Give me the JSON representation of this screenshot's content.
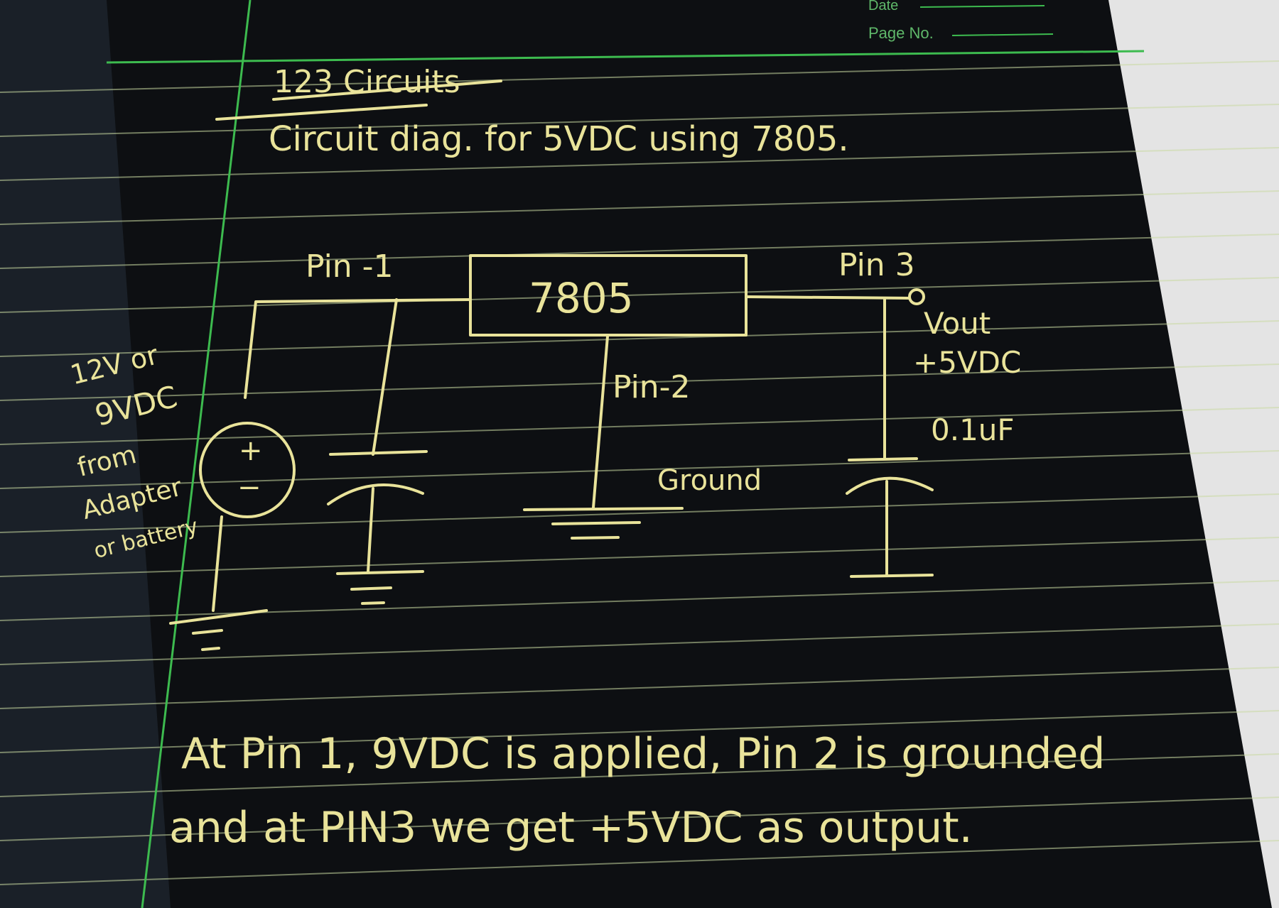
{
  "page_header": {
    "date_label": "Date",
    "page_no_label": "Page No."
  },
  "heading": "123 Circuits",
  "title": "Circuit diag. for 5VDC using 7805.",
  "diagram": {
    "ic_label": "7805",
    "pin1_label": "Pin -1",
    "pin2_label": "Pin-2",
    "pin3_label": "Pin 3",
    "ground_label": "Ground",
    "vout_label": "Vout",
    "vout_value": "+5VDC",
    "cap_value": "0.1uF",
    "source_plus": "+",
    "source_minus": "−",
    "source_lines": [
      "12V or",
      "9VDC",
      "from",
      "Adapter",
      "or battery"
    ]
  },
  "note_lines": [
    "At Pin 1, 9VDC is applied, Pin 2 is grounded",
    "and at PIN3 we get +5VDC as output."
  ],
  "colors": {
    "ink": "#e9e39a",
    "margin_line": "#3dbb4f",
    "rule_line": "#c9d8a0",
    "paper": "#0d0f12"
  }
}
